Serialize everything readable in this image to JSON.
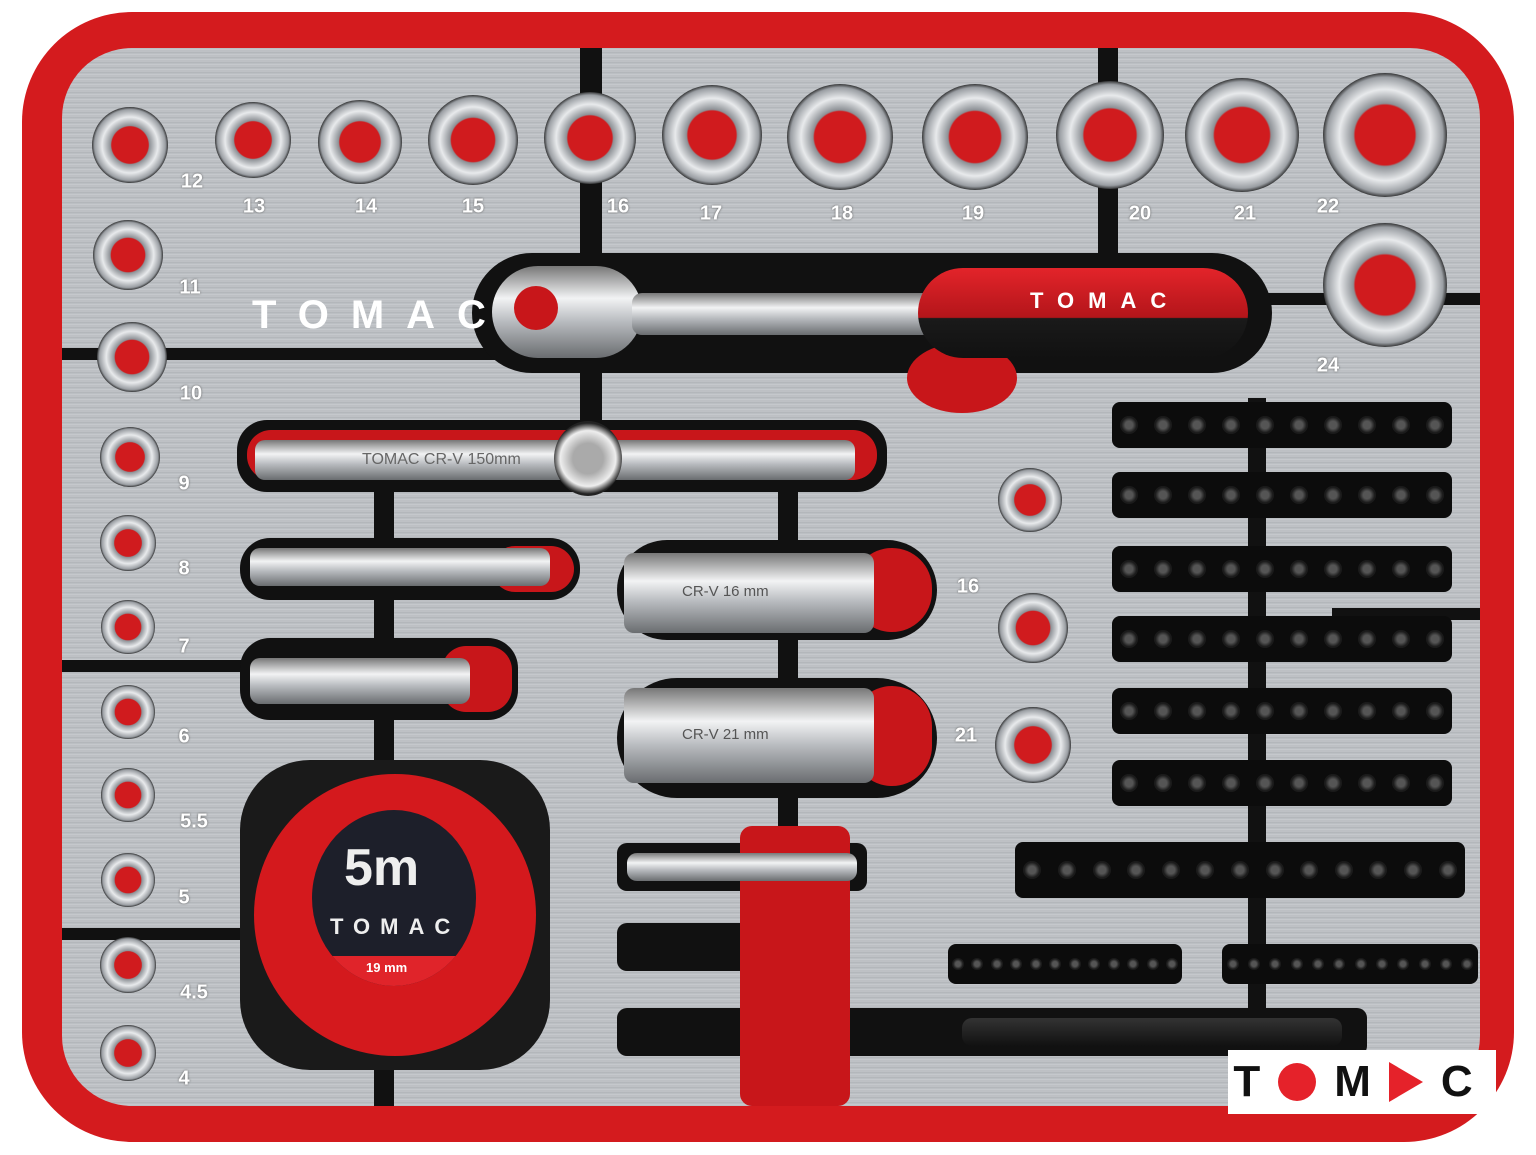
{
  "brand": {
    "logo_text": "TOMAC",
    "accent": "#d41b1e"
  },
  "sockets_top": [
    "12",
    "13",
    "14",
    "15",
    "16",
    "17",
    "18",
    "19",
    "20",
    "21",
    "22"
  ],
  "socket_extra": "24",
  "sockets_left": [
    "11",
    "10",
    "9",
    "8",
    "7",
    "6",
    "5.5",
    "5",
    "4.5",
    "4"
  ],
  "deep_sockets": [
    "16",
    "21"
  ],
  "extension": {
    "marking": "TOMAC CR-V 150mm"
  },
  "deep_socket_markings": [
    "CR-V 16 mm",
    "CR-V 21 mm"
  ],
  "tape_measure": {
    "length": "5m",
    "brand": "TOMAC",
    "width": "19 mm"
  },
  "ratchet": {
    "brand": "TOMAC"
  }
}
